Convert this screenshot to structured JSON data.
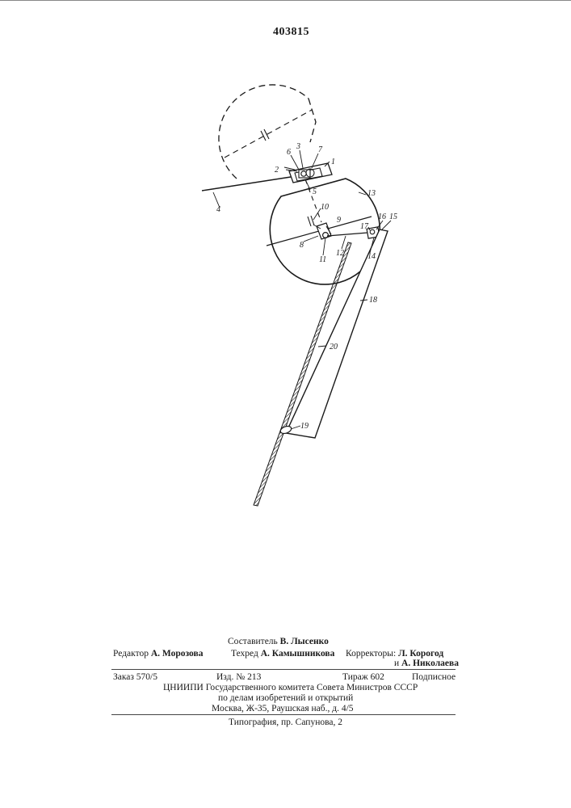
{
  "patent_number": "403815",
  "figure_labels": [
    "1",
    "2",
    "3",
    "4",
    "5",
    "6",
    "7",
    "8",
    "9",
    "10",
    "11",
    "12",
    "13",
    "14",
    "15",
    "16",
    "17",
    "18",
    "19",
    "20"
  ],
  "credits": {
    "compiler_prefix": "Составитель",
    "compiler_name": "В. Лысенко",
    "editor_prefix": "Редактор",
    "editor_name": "А. Морозова",
    "techred_prefix": "Техред",
    "techred_name": "А. Камышникова",
    "correctors_prefix": "Корректоры:",
    "corrector1": "Л. Корогод",
    "corrector2_prefix": "и",
    "corrector2": "А. Николаева"
  },
  "order": {
    "zakaz": "Заказ 570/5",
    "izd": "Изд. № 213",
    "tirazh": "Тираж 602",
    "podpisnoe": "Подписное"
  },
  "publisher": {
    "line1": "ЦНИИПИ Государственного комитета Совета Министров СССР",
    "line2": "по делам изобретений и открытий",
    "line3": "Москва, Ж-35, Раушская наб., д. 4/5"
  },
  "printer": "Типография, пр. Сапунова, 2"
}
